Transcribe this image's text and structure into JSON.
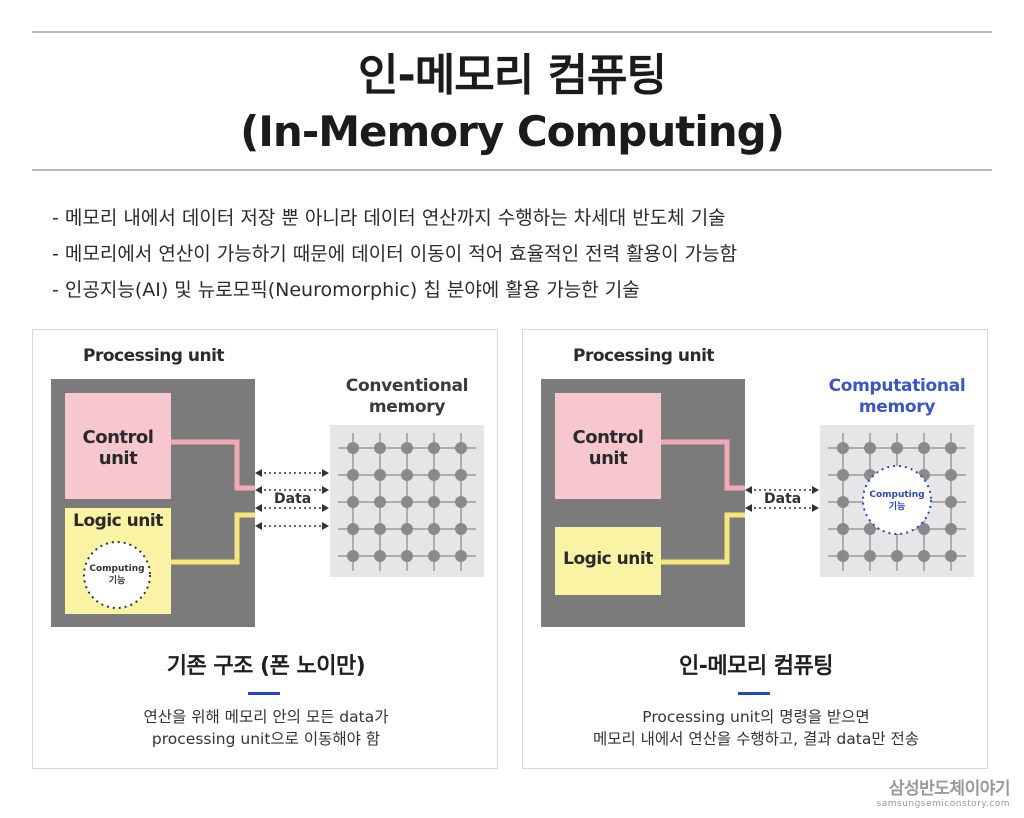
{
  "title": {
    "line1": "인-메모리 컴퓨팅",
    "line2": "(In-Memory Computing)"
  },
  "bullets": [
    "- 메모리 내에서 데이터 저장 뿐 아니라 데이터 연산까지 수행하는 차세대 반도체 기술",
    "- 메모리에서 연산이 가능하기 때문에 데이터 이동이 적어 효율적인 전력 활용이 가능함",
    "- 인공지능(AI) 및 뉴로모픽(Neuromorphic) 칩 분야에 활용 가능한 기술"
  ],
  "left_panel": {
    "processing_unit": "Processing unit",
    "memory_label_1": "Conventional",
    "memory_label_2": "memory",
    "control_unit_1": "Control",
    "control_unit_2": "unit",
    "logic_unit": "Logic unit",
    "computing_1": "Computing",
    "computing_2": "기능",
    "data": "Data",
    "caption_title": "기존 구조 (폰 노이만)",
    "caption_line1": "연산을 위해 메모리 안의 모든 data가",
    "caption_line2": "processing unit으로 이동해야 함"
  },
  "right_panel": {
    "processing_unit": "Processing unit",
    "memory_label_1": "Computational",
    "memory_label_2": "memory",
    "control_unit_1": "Control",
    "control_unit_2": "unit",
    "logic_unit": "Logic unit",
    "computing_1": "Computing",
    "computing_2": "기능",
    "data": "Data",
    "caption_title": "인-메모리 컴퓨팅",
    "caption_line1": "Processing unit의 명령을 받으면",
    "caption_line2": "메모리 내에서 연산을 수행하고, 결과 data만 전송"
  },
  "brand": {
    "name": "삼성반도체이야기",
    "url": "samsungsemiconstory.com"
  },
  "colors": {
    "processing_unit_bg": "#7b7b7b",
    "control_unit": "#f7c7cf",
    "logic_unit": "#fbf3a4",
    "memory_bg": "#e6e6e8",
    "accent_blue": "#2945c4",
    "pink_wire": "#f3a9b5",
    "yellow_wire": "#f5e77a"
  }
}
